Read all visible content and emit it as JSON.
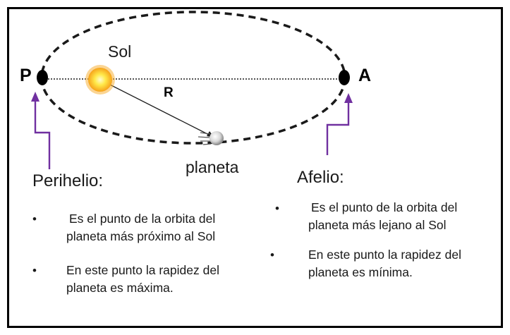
{
  "labels": {
    "perihelion_point": "P",
    "aphelion_point": "A",
    "sun": "Sol",
    "radius": "R",
    "planet": "planeta"
  },
  "perihelio": {
    "heading": "Perihelio:",
    "items": [
      {
        "bullet": "•",
        "lines": [
          "Es el punto de la orbita del",
          "planeta más próximo al Sol"
        ]
      },
      {
        "bullet": "•",
        "lines": [
          "En este punto la rapidez del",
          "planeta es máxima."
        ]
      }
    ]
  },
  "afelio": {
    "heading": "Afelio:",
    "items": [
      {
        "bullet": "•",
        "lines": [
          "Es el punto de la orbita del",
          "planeta más lejano al Sol"
        ]
      },
      {
        "bullet": "•",
        "lines": [
          "En este punto la rapidez del",
          "planeta es mínima."
        ]
      }
    ]
  },
  "colors": {
    "orbit": "#000000",
    "arrow": "#7030a0",
    "sun_core": "#fff24a",
    "sun_rays": "#f39c12",
    "planet": "#d9d9d9"
  }
}
